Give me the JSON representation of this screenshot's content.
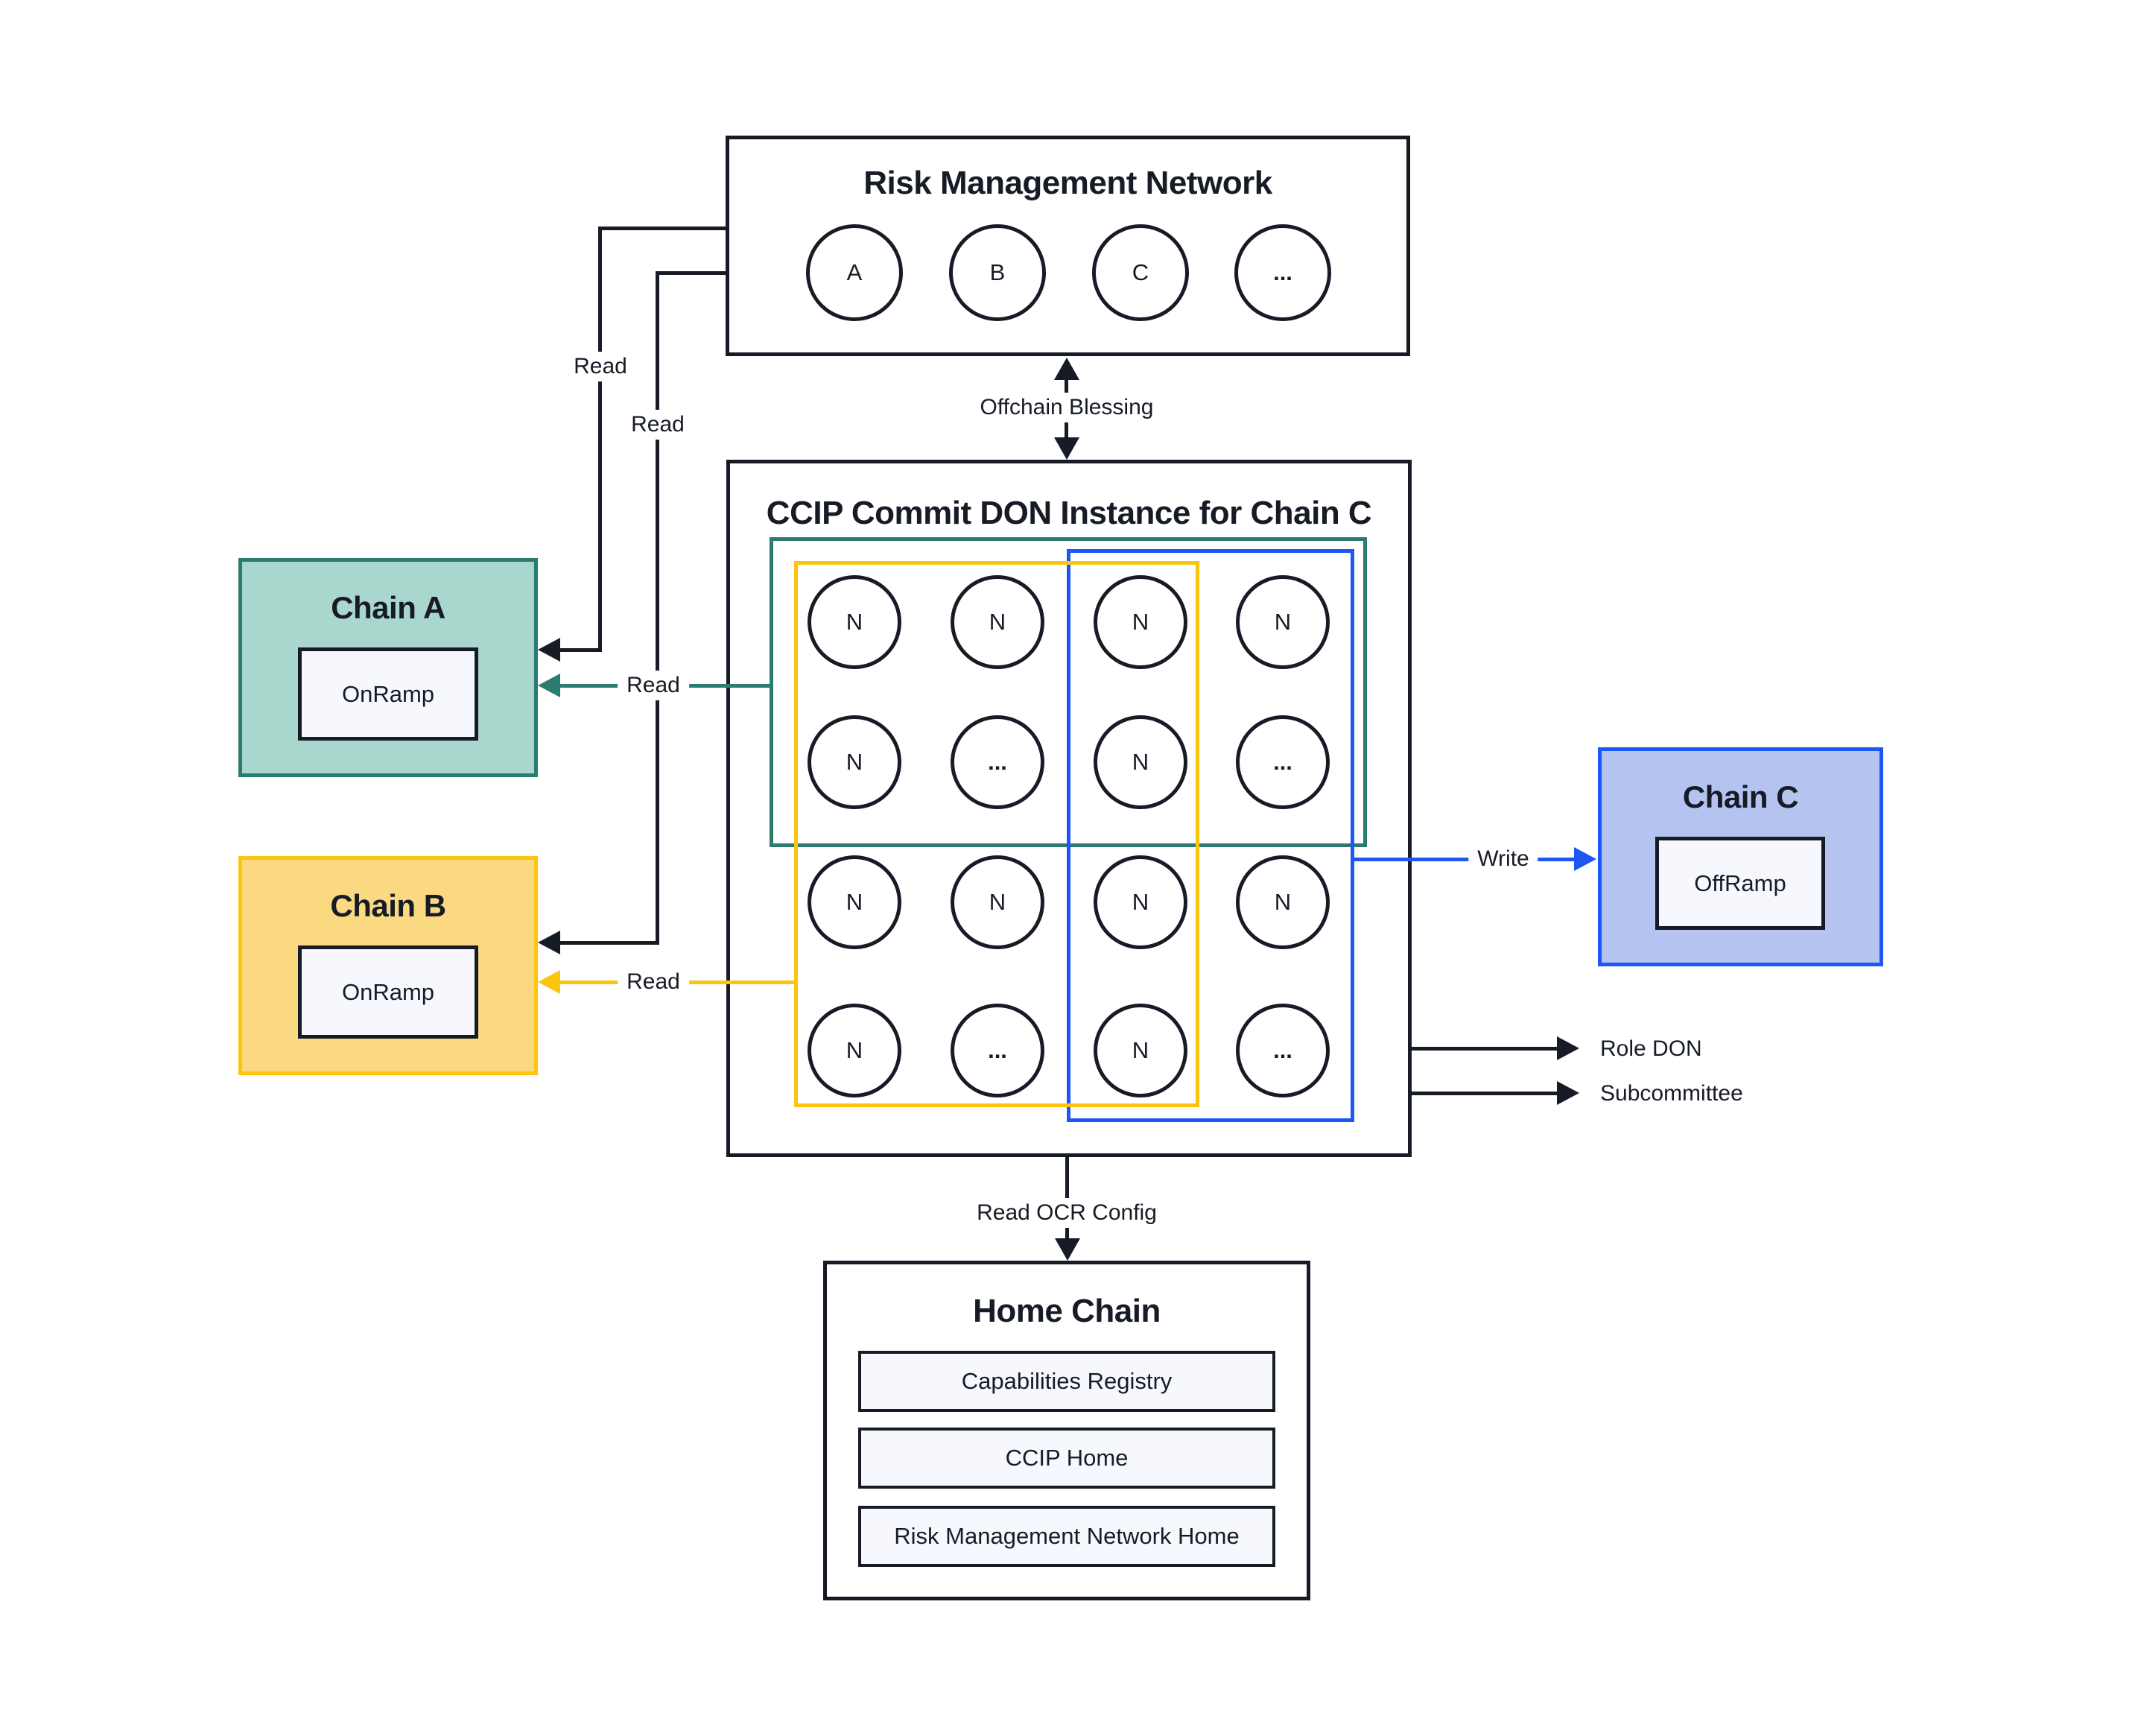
{
  "rmn": {
    "title": "Risk Management Network",
    "nodes": [
      "A",
      "B",
      "C",
      "..."
    ]
  },
  "ccip": {
    "title": "CCIP Commit DON Instance for Chain C",
    "grid": [
      [
        "N",
        "N",
        "N",
        "N"
      ],
      [
        "N",
        "...",
        "N",
        "..."
      ],
      [
        "N",
        "N",
        "N",
        "N"
      ],
      [
        "N",
        "...",
        "N",
        "..."
      ]
    ]
  },
  "chain_a": {
    "title": "Chain A",
    "contract": "OnRamp"
  },
  "chain_b": {
    "title": "Chain B",
    "contract": "OnRamp"
  },
  "chain_c": {
    "title": "Chain C",
    "contract": "OffRamp"
  },
  "home": {
    "title": "Home Chain",
    "contracts": [
      "Capabilities Registry",
      "CCIP Home",
      "Risk Management Network Home"
    ]
  },
  "labels": {
    "offchain_blessing": "Offchain Blessing",
    "read_rmn_to_a": "Read",
    "read_rmn_to_b": "Read",
    "read_don_to_a": "Read",
    "read_don_to_b": "Read",
    "write": "Write",
    "role_don": "Role DON",
    "subcommittee": "Subcommittee",
    "read_ocr": "Read OCR Config"
  },
  "colors": {
    "dark": "#161b26",
    "teal_border": "#2b7c70",
    "teal_fill": "#a9d6cd",
    "yellow_border": "#fcc40f",
    "yellow_fill": "#fbd981",
    "blue_border": "#1c57f5",
    "blue_fill": "#b5c3f1",
    "contract_fill": "#f7f8fd"
  }
}
